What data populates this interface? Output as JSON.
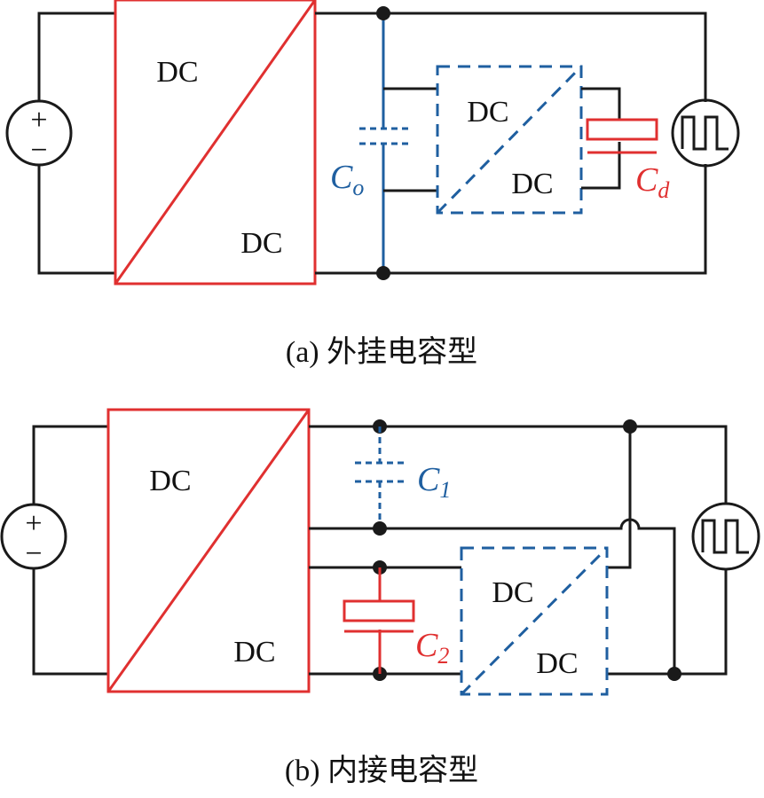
{
  "colors": {
    "wire": "#1a1a1a",
    "main_converter": "#e03030",
    "aux_converter": "#1f5fa0",
    "capacitor_red": "#e03030",
    "capacitor_blue": "#1f5fa0"
  },
  "icons": {
    "source": "dc-voltage-source-icon",
    "load": "pulse-load-icon"
  },
  "diagram_a": {
    "main_converter": {
      "top": "DC",
      "bottom": "DC"
    },
    "aux_converter": {
      "top": "DC",
      "bottom": "DC"
    },
    "cap_blue": {
      "base": "C",
      "sub": "o"
    },
    "cap_red": {
      "base": "C",
      "sub": "d"
    },
    "source_plus": "+",
    "source_minus": "−",
    "caption": "(a) 外挂电容型"
  },
  "diagram_b": {
    "main_converter": {
      "top": "DC",
      "bottom": "DC"
    },
    "aux_converter": {
      "top": "DC",
      "bottom": "DC"
    },
    "cap_blue": {
      "base": "C",
      "sub": "1"
    },
    "cap_red": {
      "base": "C",
      "sub": "2"
    },
    "source_plus": "+",
    "source_minus": "−",
    "caption": "(b) 内接电容型"
  }
}
